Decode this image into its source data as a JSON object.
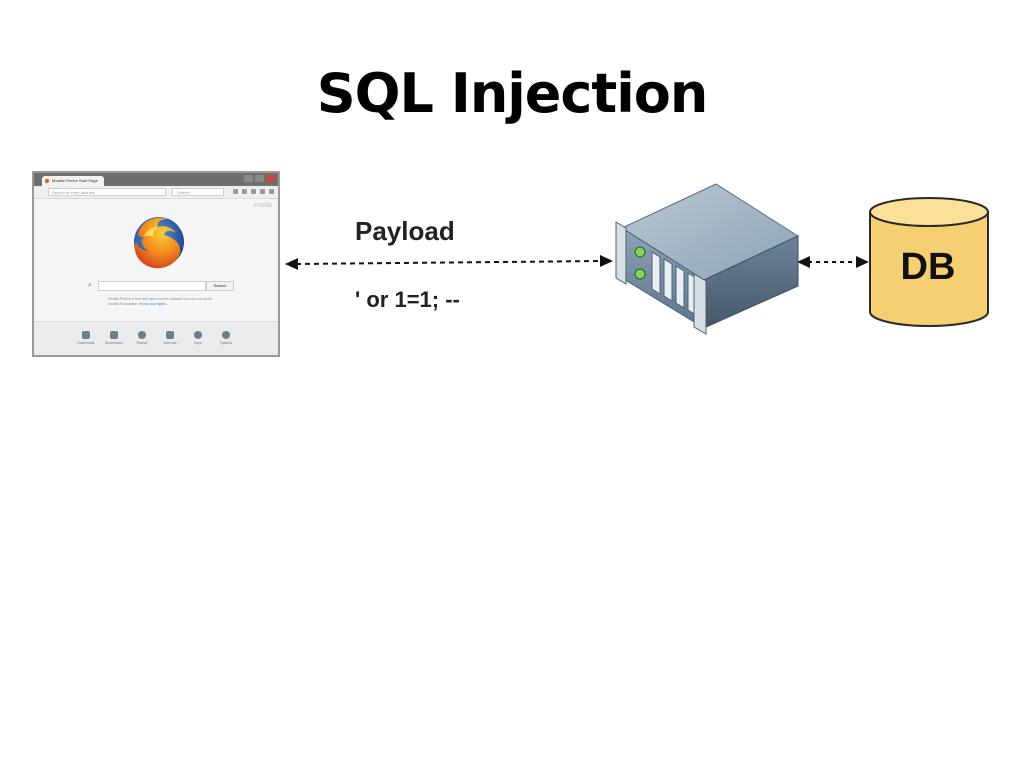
{
  "slide": {
    "title": "SQL Injection"
  },
  "browser": {
    "tab_title": "Mozilla Firefox Start Page",
    "url_placeholder": "Search or enter address",
    "search_placeholder": "Search",
    "brand": "mozilla",
    "search_button": "Search",
    "snippet_text": "Mozilla Firefox is free and open source software from the non-profit Mozilla Foundation.",
    "snippet_link": "Know your rights...",
    "launcher": [
      "Downloads",
      "Bookmarks",
      "History",
      "Add-ons",
      "Sync",
      "Options"
    ]
  },
  "diagram": {
    "payload_label": "Payload",
    "payload_code": "' or 1=1; --",
    "db_label": "DB",
    "colors": {
      "db_fill": "#f6cf72",
      "db_top": "#fbe09a",
      "server_body": "#7f97ab",
      "arrow": "#111111"
    }
  }
}
